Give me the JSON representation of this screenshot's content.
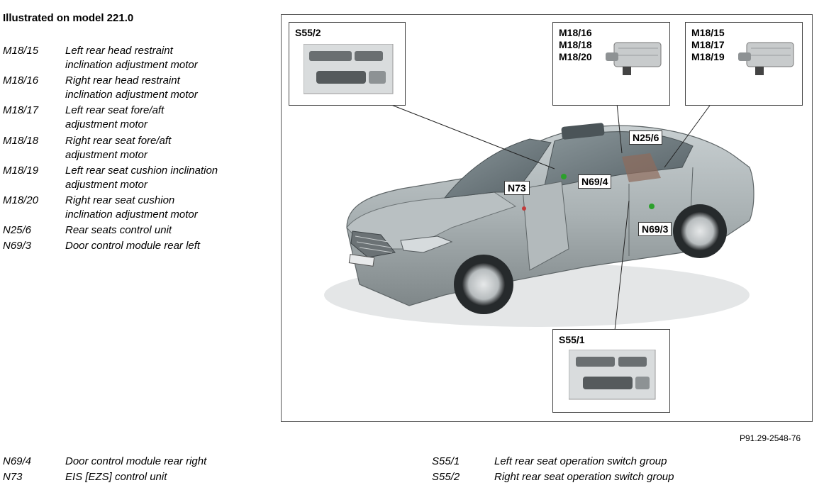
{
  "title": "Illustrated on model 221.0",
  "legend_top": [
    {
      "code": "M18/15",
      "desc": "Left rear head restraint\ninclination adjustment motor"
    },
    {
      "code": "M18/16",
      "desc": "Right rear head restraint\ninclination adjustment motor"
    },
    {
      "code": "M18/17",
      "desc": "Left rear seat fore/aft\nadjustment motor"
    },
    {
      "code": "M18/18",
      "desc": "Right rear seat fore/aft\nadjustment motor"
    },
    {
      "code": "M18/19",
      "desc": "Left rear seat cushion inclination\nadjustment motor"
    },
    {
      "code": "M18/20",
      "desc": "Right rear seat cushion\ninclination adjustment motor"
    },
    {
      "code": "N25/6",
      "desc": "Rear seats control unit"
    },
    {
      "code": "N69/3",
      "desc": "Door control module rear left"
    }
  ],
  "legend_bottom": [
    {
      "code": "N69/4",
      "desc": "Door control module rear right"
    },
    {
      "code": "N73",
      "desc": "EIS [EZS] control unit"
    },
    {
      "code": "S55/1",
      "desc": "Left rear seat operation switch group"
    },
    {
      "code": "S55/2",
      "desc": "Right rear seat operation switch group"
    }
  ],
  "insets": {
    "s55_2": "S55/2",
    "m18_right": "M18/16\nM18/18\nM18/20",
    "m18_left": "M18/15\nM18/17\nM18/19",
    "s55_1": "S55/1"
  },
  "tags": {
    "n25_6": "N25/6",
    "n69_4": "N69/4",
    "n73": "N73",
    "n69_3": "N69/3"
  },
  "figure_ref": "P91.29-2548-76",
  "colors": {
    "car_body": "#a9b1b3",
    "glass": "#6f7b80",
    "frame_border": "#555555"
  }
}
